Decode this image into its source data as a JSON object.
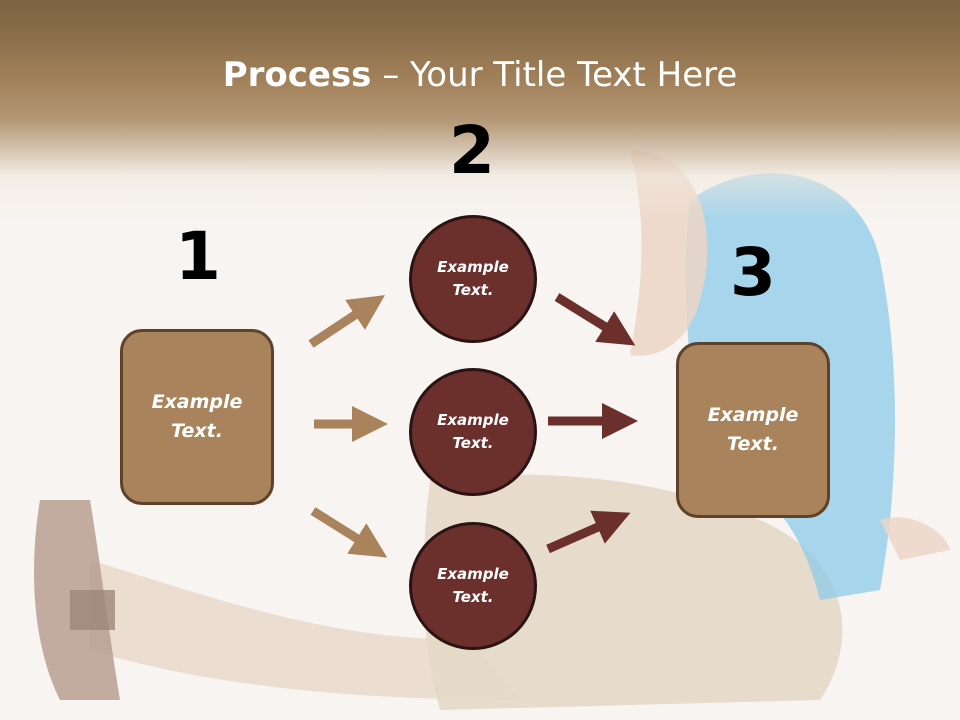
{
  "title": {
    "bold_part": "Process",
    "rest_part": " – Your Title Text Here"
  },
  "steps": [
    {
      "number": "1",
      "label": "Example Text."
    },
    {
      "number": "2"
    },
    {
      "number": "3",
      "label": "Example Text."
    }
  ],
  "middle_nodes": [
    {
      "label": "Example Text."
    },
    {
      "label": "Example Text."
    },
    {
      "label": "Example Text."
    }
  ],
  "colors": {
    "box_fill": "#a8835b",
    "circle_fill": "#6b2f2c",
    "arrow_in": "#a8835b",
    "arrow_out": "#6b2f2c"
  }
}
